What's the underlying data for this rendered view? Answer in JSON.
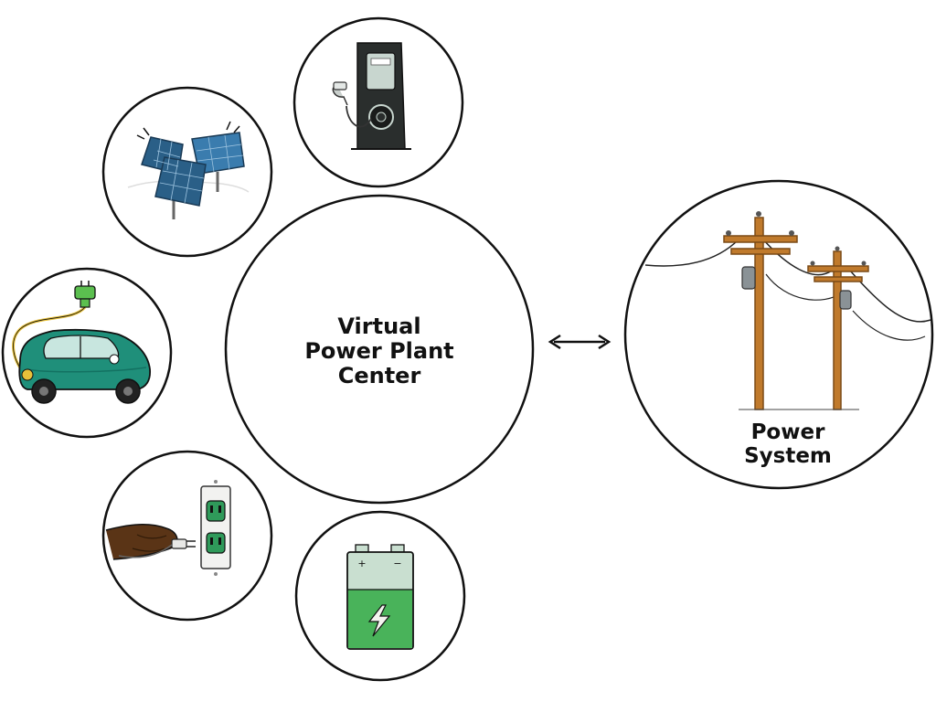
{
  "center": {
    "line1": "Virtual",
    "line2": "Power Plant",
    "line3": "Center"
  },
  "grid": {
    "line1": "Power",
    "line2": "System"
  },
  "icons": {
    "solar": "solar-panels-icon",
    "charger": "ev-charging-station-icon",
    "car": "electric-car-icon",
    "plug": "wall-outlet-plug-icon",
    "battery": "battery-storage-icon",
    "poles": "power-line-poles-icon",
    "arrow": "bidirectional-arrow-icon"
  },
  "colors": {
    "stroke": "#111111",
    "car_teal": "#1f8f7a",
    "car_teal_dark": "#137262",
    "plug_green": "#5bbf4f",
    "battery_green": "#49b35a",
    "battery_light": "#c9dfd0",
    "pole_wood": "#c07a2c",
    "pole_dark": "#7a4a16",
    "panel_blue": "#2a5f87",
    "panel_blue_light": "#3a7cae",
    "charger_dark": "#2a2e2d",
    "charger_screen": "#c8d6cf",
    "outlet_green": "#2f9a5a",
    "skin": "#5a3416"
  }
}
